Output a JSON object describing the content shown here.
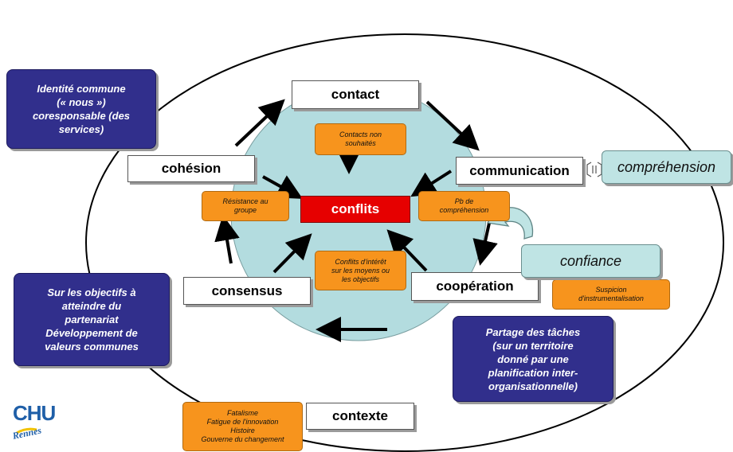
{
  "nodes": {
    "contact": "contact",
    "communication": "communication",
    "cohesion": "cohésion",
    "consensus": "consensus",
    "cooperation": "coopération",
    "contexte": "contexte",
    "conflits": "conflits"
  },
  "issues": {
    "contacts_non_souhaites": "Contacts non\nsouhaités",
    "resistance_groupe": "Résistance au\ngroupe",
    "pb_comprehension": "Pb de\ncompréhension",
    "conflits_interet": "Conflits d'intérêt\nsur les moyens ou\nles objectifs",
    "suspicion": "Suspicion\nd'instrumentalisation",
    "contexte_factors": "Fatalisme\nFatigue de l'innovation\nHistoire\nGouverne du changement"
  },
  "outcomes": {
    "comprehension": "compréhension",
    "confiance": "confiance"
  },
  "notes": {
    "identite": "Identité commune\n(« nous »)\ncoresponsable (des\nservices)",
    "objectifs": "Sur les objectifs à\natteindre du\npartenariat\nDéveloppement de\nvaleurs communes",
    "partage": "Partage des tâches\n(sur un territoire\ndonné par une\nplanification inter-\norganisationnelle)"
  },
  "logo": {
    "line1": "CHU",
    "line2": "Rennes"
  },
  "colors": {
    "conflict_red": "#e60000",
    "issue_orange": "#f7941d",
    "note_navy": "#312f8c",
    "outcome_teal": "#bfe4e4",
    "center_disc": "#b3dcdf",
    "logo_blue": "#1f5fa8",
    "logo_yellow": "#f2c200"
  }
}
